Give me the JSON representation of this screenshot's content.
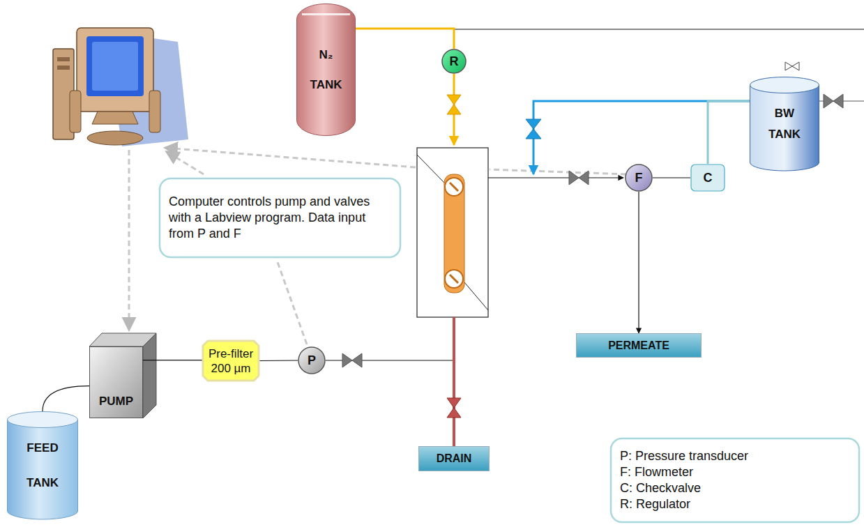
{
  "diagram": {
    "nodes": [
      {
        "text": [
          "N₂",
          "TANK"
        ]
      },
      {
        "text": [
          "R"
        ]
      },
      {
        "text": [
          "BW TANK"
        ]
      },
      {
        "text": [
          "F"
        ]
      },
      {
        "text": [
          "C"
        ]
      },
      {
        "text": [
          "Computer controls pump and valves with a Labview program. Data input from P and F"
        ]
      },
      {
        "text": [
          "PUMP"
        ]
      },
      {
        "text": [
          "Pre-filter 200 µm"
        ]
      },
      {
        "text": [
          "P"
        ]
      },
      {
        "text": [
          "PERMEATE"
        ]
      },
      {
        "text": [
          "FEED TANK"
        ]
      },
      {
        "text": [
          "DRAIN"
        ]
      },
      {
        "text": [
          "P: Pressure transducer",
          "F: Flowmeter",
          "C: Checkvalve",
          "R: Regulator"
        ]
      }
    ],
    "edges": [
      {
        "from": 0,
        "to": 1,
        "arrow": "none"
      },
      {
        "from": 2,
        "to": 4,
        "arrow": "none"
      },
      {
        "from": 4,
        "to": 3,
        "arrow": "none"
      },
      {
        "from": 3,
        "to": 9,
        "arrow": "to"
      },
      {
        "from": 10,
        "to": 6,
        "arrow": "none"
      },
      {
        "from": 6,
        "to": 7,
        "arrow": "none"
      },
      {
        "from": 7,
        "to": 8,
        "arrow": "none"
      }
    ]
  }
}
